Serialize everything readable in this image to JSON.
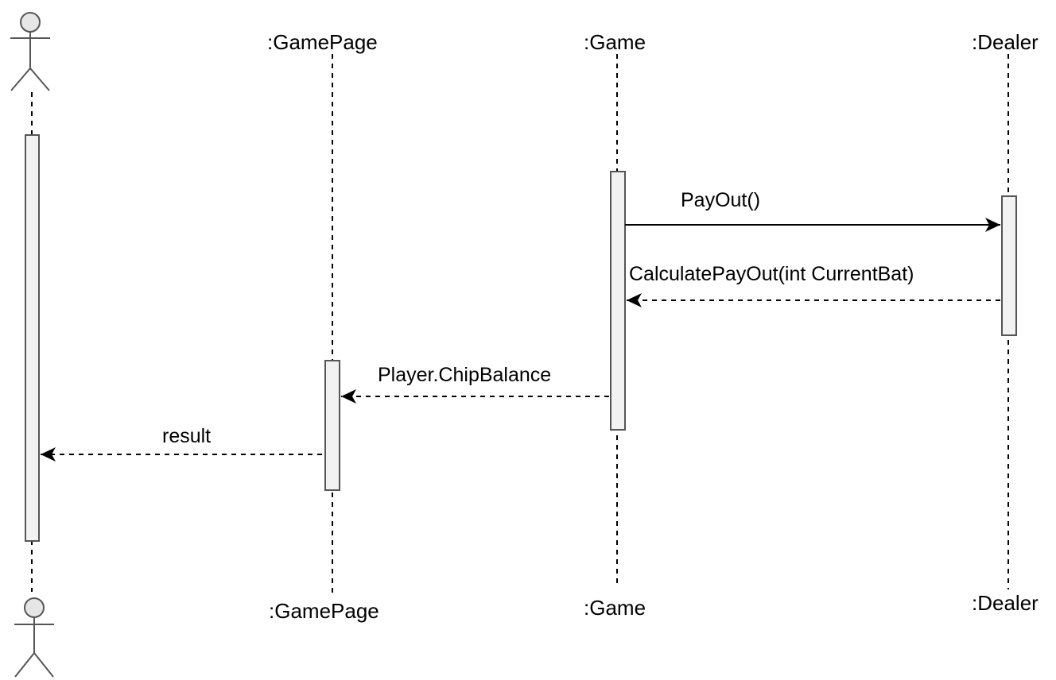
{
  "colors": {
    "line": "#000000",
    "activation_fill": "#f2f2f2",
    "activation_stroke": "#555555",
    "actor_head_fill": "#e6e6e6",
    "actor_stroke": "#555555"
  },
  "lifelines": {
    "gamepage": {
      "top": ":GamePage",
      "bottom": ":GamePage"
    },
    "game": {
      "top": ":Game",
      "bottom": ":Game"
    },
    "dealer": {
      "top": ":Dealer",
      "bottom": ":Dealer"
    }
  },
  "messages": [
    {
      "label": "PayOut()",
      "kind": "sync",
      "from": "game",
      "to": "dealer"
    },
    {
      "label": "CalculatePayOut(int CurrentBat)",
      "kind": "return",
      "from": "dealer",
      "to": "game"
    },
    {
      "label": "Player.ChipBalance",
      "kind": "return",
      "from": "game",
      "to": "gamepage"
    },
    {
      "label": "result",
      "kind": "return",
      "from": "gamepage",
      "to": "actor"
    }
  ]
}
